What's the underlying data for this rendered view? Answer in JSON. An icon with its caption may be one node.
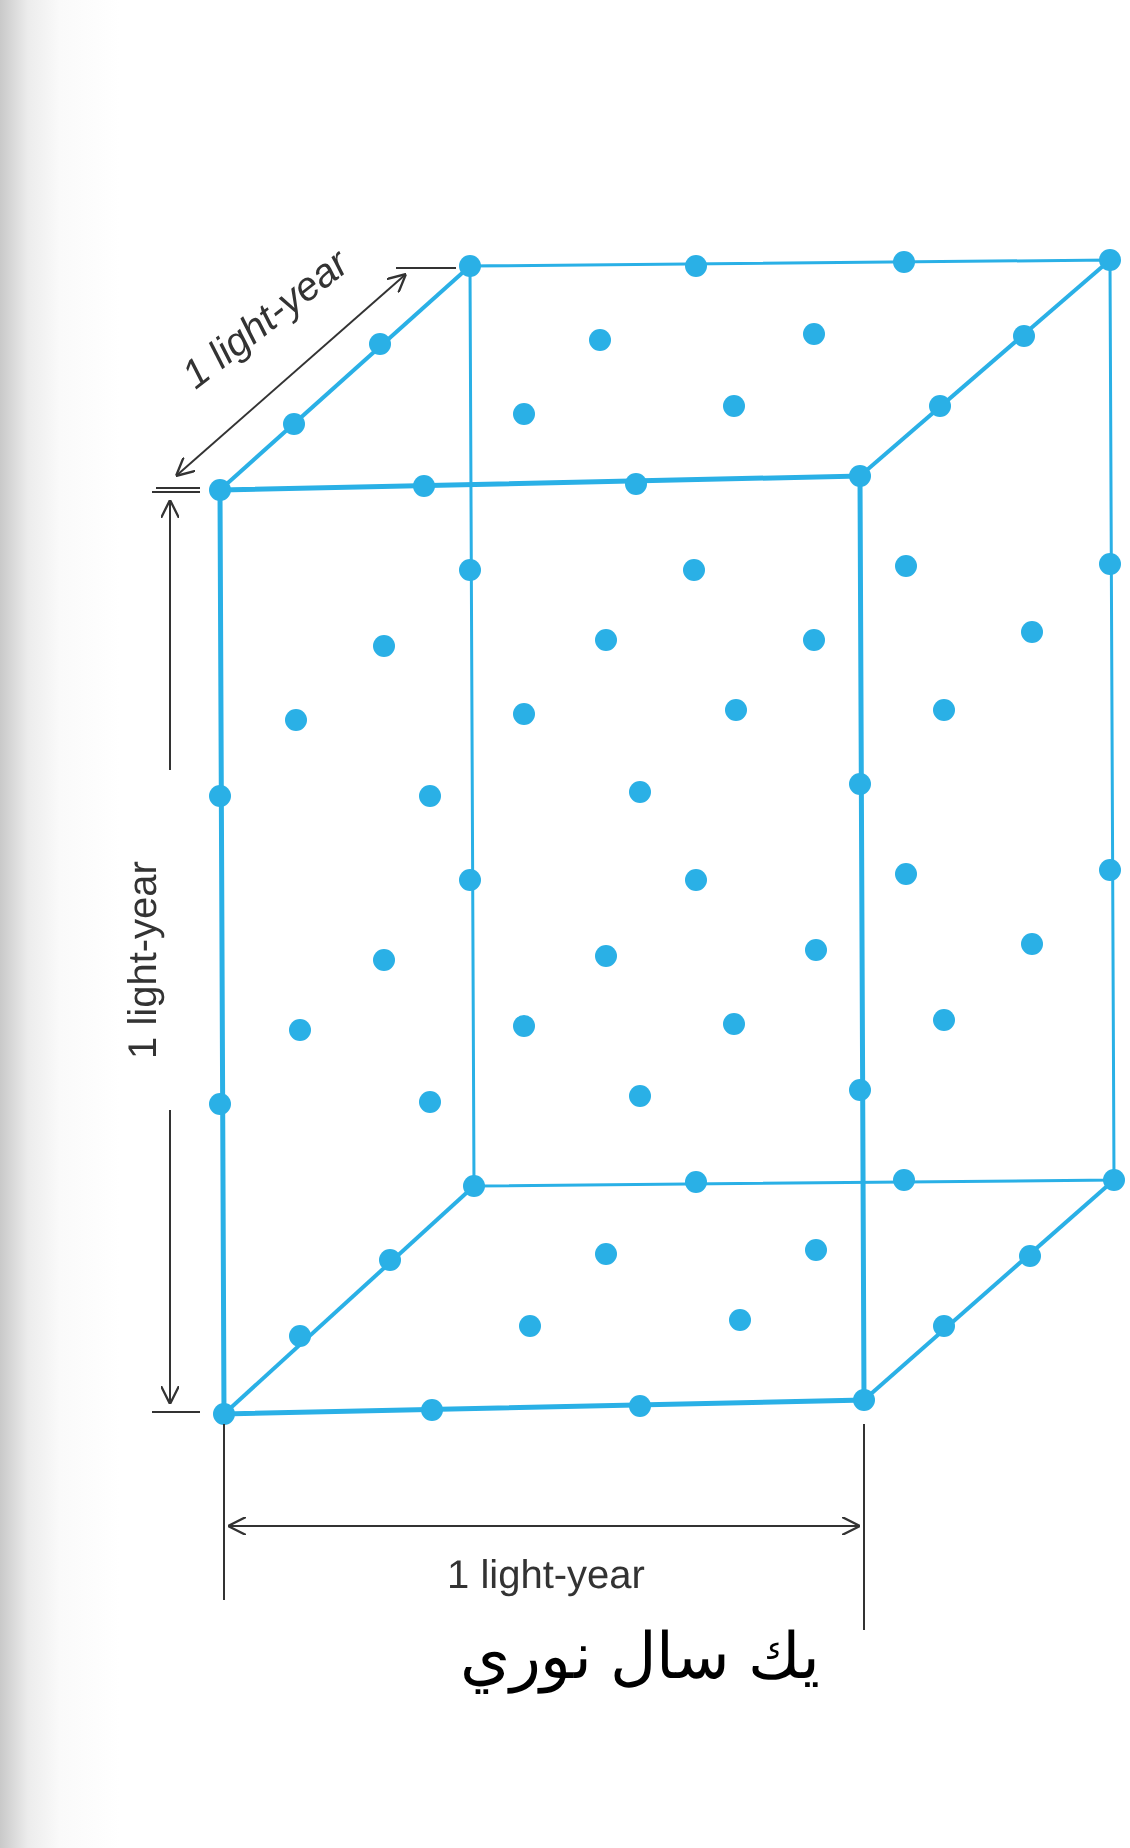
{
  "diagram": {
    "labels": [
      "1 light-year",
      "1 light-year",
      "1 light-year",
      "يك سال نوري"
    ]
  }
}
